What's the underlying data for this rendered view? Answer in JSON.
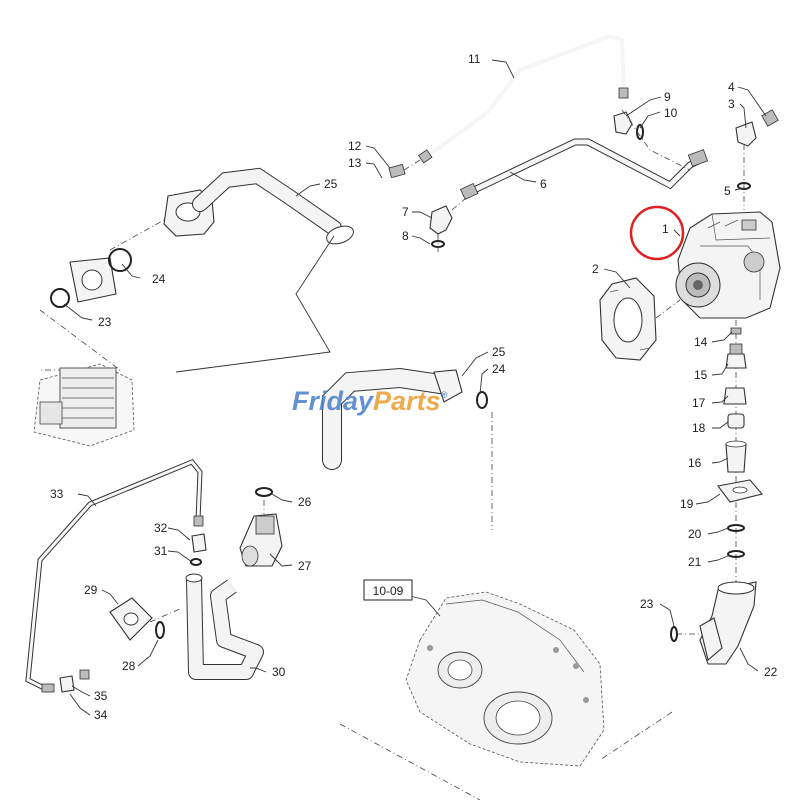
{
  "diagram": {
    "reference_box": "10-09",
    "highlight_color": "#e02020",
    "watermark": {
      "part1": "Friday",
      "part2": "Parts",
      "mark": "®",
      "color_blue": "#4a7fc8",
      "color_orange": "#e9a23b"
    },
    "callouts": [
      "1",
      "2",
      "3",
      "4",
      "5",
      "6",
      "7",
      "8",
      "9",
      "10",
      "11",
      "12",
      "13",
      "14",
      "15",
      "16",
      "17",
      "18",
      "19",
      "20",
      "21",
      "22",
      "23",
      "24",
      "25",
      "26",
      "27",
      "28",
      "29",
      "30",
      "31",
      "32",
      "33",
      "34",
      "35"
    ],
    "callouts_repeated": {
      "c23b": "23",
      "c24b": "24",
      "c25b": "25"
    }
  }
}
